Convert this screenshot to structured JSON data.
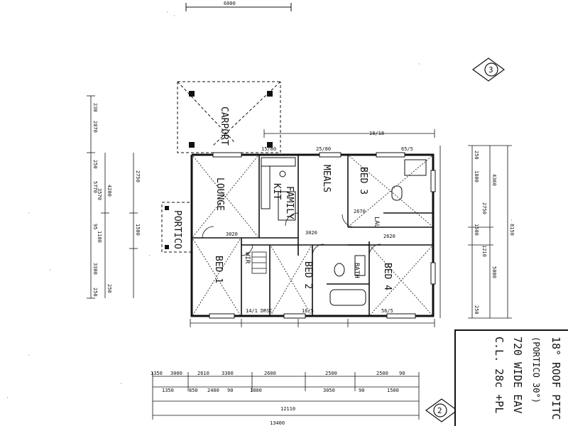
{
  "rooms": {
    "carport": "CARPORT",
    "lounge": "LOUNGE",
    "kitchen": "KIT",
    "family": "FAMILY",
    "meals": "MEALS",
    "bed3": "BED 3",
    "bed2": "BED 2",
    "bed4": "BED 4",
    "bed1": "BED 1",
    "portico": "PORTICO",
    "bath": "BATH",
    "wir": "WIR",
    "lau": "LAU"
  },
  "dimensions": {
    "top_overall": "6000",
    "left_stack": [
      "230",
      "2870",
      "250",
      "5770",
      "4200",
      "3570",
      "95",
      "1100",
      "3300",
      "250",
      "250",
      "1500",
      "2750"
    ],
    "right_stack": [
      "4360",
      "1800",
      "250",
      "2750",
      "1500",
      "1210",
      "5000",
      "8150",
      "250"
    ],
    "bottom_row1": [
      "1350",
      "3000",
      "2610",
      "3300",
      "2600",
      "2500",
      "2500",
      "90"
    ],
    "bottom_row2": [
      "1350",
      "850",
      "2400",
      "90",
      "1800",
      "3050",
      "90",
      "1500"
    ],
    "bottom_row3": [
      "12110"
    ],
    "bottom_overall": [
      "13400"
    ],
    "top_openings": [
      "15/80",
      "25/80",
      "18/18",
      "65/5"
    ],
    "bottom_openings": [
      "14/1 DRSC",
      "16/5",
      "56/5"
    ],
    "room_sizes": [
      "3020",
      "2670",
      "3020",
      "2620"
    ]
  },
  "notes": {
    "line1": "18° ROOF PITC",
    "line2": "(PORTICO 30°)",
    "line3": "720 WIDE EAV",
    "line4": "C.L. 28c +PL"
  },
  "markers": {
    "top_right": "3",
    "bottom": "2"
  }
}
